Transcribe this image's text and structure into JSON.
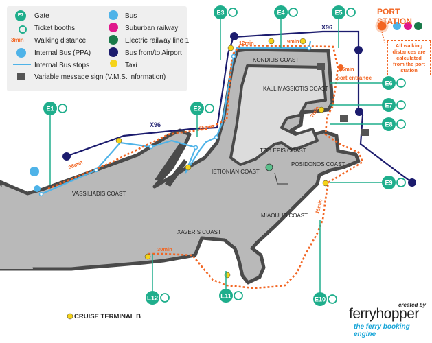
{
  "legend": {
    "items": [
      {
        "icon": "gate-icon",
        "code": "E7",
        "label": "Gate"
      },
      {
        "icon": "ticket-booth-icon",
        "label": "Ticket booths"
      },
      {
        "icon": "walking-icon",
        "code": "3min",
        "label": "Walking distance"
      },
      {
        "icon": "internal-bus-icon",
        "label": "Internal Bus (PPA)"
      },
      {
        "icon": "bus-stop-line-icon",
        "label": "Internal Bus stops"
      },
      {
        "icon": "vms-sign-icon",
        "label": "Variable message sign (V.M.S. information)"
      },
      {
        "icon": "bus-icon",
        "label": "Bus"
      },
      {
        "icon": "suburban-railway-icon",
        "label": "Suburban railway"
      },
      {
        "icon": "electric-railway-icon",
        "label": "Electric railway line 1"
      },
      {
        "icon": "airport-bus-icon",
        "label": "Bus from/to Airport"
      },
      {
        "icon": "taxi-icon",
        "label": "Taxi"
      }
    ]
  },
  "port_station": {
    "title": "PORT STATION",
    "note": "All walking distances are calculated from the port station"
  },
  "coasts": [
    "KONDILIS COAST",
    "KALLIMASSIOTIS COAST",
    "TZELEPIS COAST",
    "POSIDONOS COAST",
    "IETIONIAN COAST",
    "VASSILIADIS COAST",
    "MIAOULIS COAST",
    "XAVERIS COAST"
  ],
  "gates": [
    "E1",
    "E2",
    "E3",
    "E4",
    "E5",
    "E6",
    "E7",
    "E8",
    "E9",
    "E10",
    "E11",
    "E12"
  ],
  "walking_times": [
    "35min",
    "25min",
    "12min",
    "9min",
    "5min",
    "7min",
    "15min",
    "30min"
  ],
  "labels": {
    "port_entrance": "port entrance",
    "x96_top": "X96",
    "x96_left": "X96",
    "cruise_terminal": "CRUISE TERMINAL B"
  },
  "brand": {
    "created_by": "created by",
    "name": "ferryhopper",
    "tagline": "the ferry booking engine"
  },
  "colors": {
    "gate": "#1fae8c",
    "walk": "#f26522",
    "bus_route": "#1c1c6e",
    "internal_bus": "#4fb3e8",
    "land": "#b9b9b9",
    "coast_edge": "#4a4a4a",
    "taxi": "#f5d31a",
    "suburban": "#e0188c",
    "electric": "#1a7a4a"
  }
}
